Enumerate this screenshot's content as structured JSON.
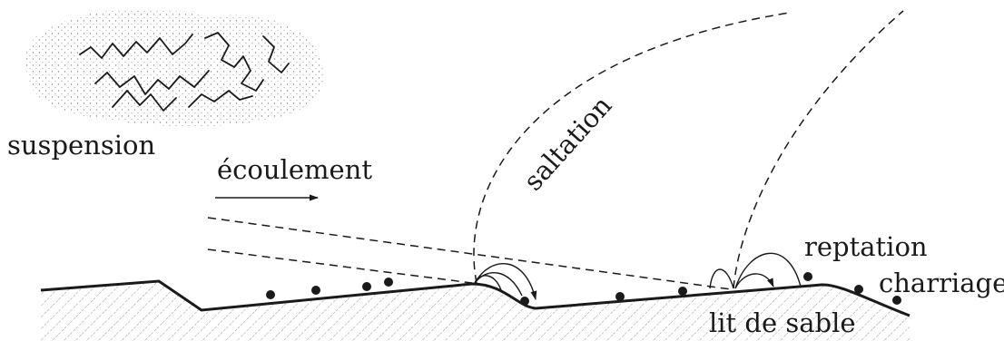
{
  "labels": {
    "suspension": "suspension",
    "flow": "écoulement",
    "saltation": "saltation",
    "reptation": "reptation",
    "bedload": "charriage",
    "sand_bed": "lit de sable"
  }
}
